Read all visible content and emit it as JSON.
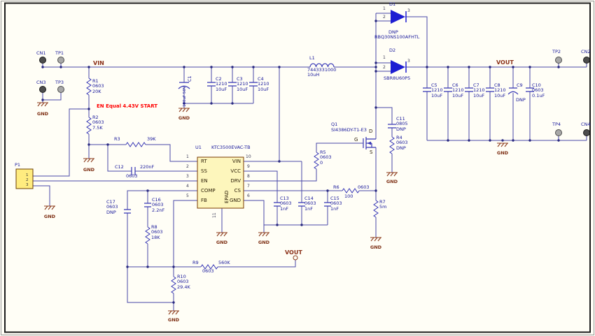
{
  "colors": {
    "wire": "#4848a8",
    "symbol": "#3535b5",
    "diode_fill": "#1d1dd2",
    "net_label": "#8b3018",
    "gnd_symbol": "#8c3c1c",
    "designator_text": "#16169a",
    "warning_text": "#ff0000",
    "ic_fill": "#fdf6bc",
    "connector_fill": "#ffec7f"
  },
  "schematic": {
    "nets": {
      "vin": "VIN",
      "vout": "VOUT",
      "gnd": "GND"
    },
    "note": "EN Equal 4.43V START",
    "terminals": {
      "cn1": "CN1",
      "tp1": "TP1",
      "cn3": "CN3",
      "tp3": "TP3",
      "tp2": "TP2",
      "cn2": "CN2",
      "tp4": "TP4",
      "cn4": "CN4"
    },
    "connector": {
      "ref": "P1",
      "pins": [
        "1",
        "2",
        "3"
      ]
    },
    "ic": {
      "ref": "U1",
      "part": "KTC3500EVAC-TB",
      "left": [
        {
          "num": "1",
          "name": "RT"
        },
        {
          "num": "2",
          "name": "SS"
        },
        {
          "num": "3",
          "name": "EN"
        },
        {
          "num": "4",
          "name": "COMP"
        },
        {
          "num": "5",
          "name": "FB"
        }
      ],
      "right": [
        {
          "num": "10",
          "name": "VIN"
        },
        {
          "num": "9",
          "name": "VCC"
        },
        {
          "num": "8",
          "name": "DRV"
        },
        {
          "num": "7",
          "name": "CS"
        },
        {
          "num": "6",
          "name": "GND"
        }
      ],
      "epad": "EPAD",
      "epad_num": "11"
    },
    "mosfet": {
      "ref": "Q1",
      "part": "SI4386DY-T1-E3",
      "d": "D",
      "g": "G",
      "s": "S"
    },
    "diodes": {
      "d1": {
        "ref": "D1",
        "note": "DNP",
        "part": "RBQ30NS100AFHTL"
      },
      "d2": {
        "ref": "D2",
        "part": "SBR8U60P5"
      },
      "pins": {
        "p1": "1",
        "p2": "2",
        "p3": "3"
      }
    },
    "inductor": {
      "ref": "L1",
      "value": "7443331000\n10uH"
    },
    "resistors": {
      "r1": "R1\n0603\n20K",
      "r2": "R2\n0603\n7.5K",
      "r3_ref": "R3",
      "r3_val": "39K",
      "r4": "R4\n0603\nDNP",
      "r5": "R5\n0603\n0",
      "r6_ref": "R6",
      "r6_fp": "0603",
      "r6_val": "100",
      "r7": "R7\n5m",
      "r8": "R8\n0603\n18K",
      "r9_ref": "R9",
      "r9_val": "560K",
      "r9_fp": "0603",
      "r10": "R10\n0603\n29.4K"
    },
    "capacitors": {
      "c1_ref": "C1",
      "c1_val": "100uF 50V",
      "c2": "C2\n1210\n10uF",
      "c3": "C3\n1210\n10uF",
      "c4": "C4\n1210\n10uF",
      "c5": "C5\n1210\n10uF",
      "c6": "C6\n1210\n10uF",
      "c7": "C7\n1210\n10uF",
      "c8": "C8\n1210\n10uF",
      "c9_ref": "C9",
      "c9_note": "DNP",
      "c10": "C10\n0603\n0.1uF",
      "c11": "C11\n0805\nDNP",
      "c12_ref": "C12",
      "c12_val": "220nF",
      "c12_fp": "0603",
      "c13": "C13\n0603\n1nF",
      "c14": "C14\n0603\n1nF",
      "c15": "C15\n0603\n1nF",
      "c16": "C16\n0603\n2.2nF",
      "c17": "C17\n0603\nDNP"
    }
  }
}
